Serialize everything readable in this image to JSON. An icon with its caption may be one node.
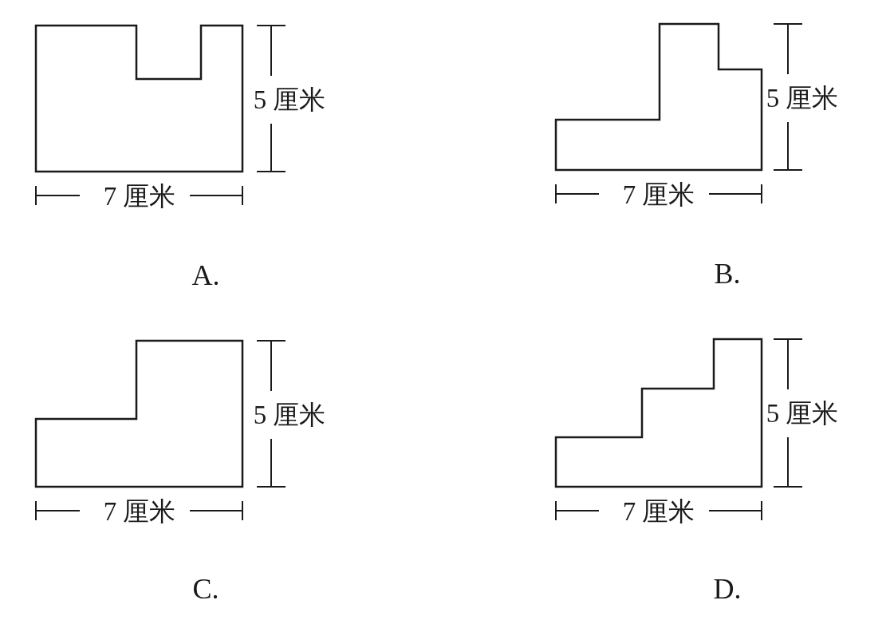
{
  "diagram": {
    "nodes": [
      {
        "text": [],
        "shape": "polygon"
      },
      {
        "text": [],
        "shape": "polygon"
      },
      {
        "text": [],
        "shape": "polygon"
      },
      {
        "text": [],
        "shape": "polygon"
      }
    ],
    "labels": [
      "5 厘米",
      "5 厘米",
      "7 厘米",
      "7 厘米",
      "A.",
      "B.",
      "5 厘米",
      "5 厘米",
      "7 厘米",
      "7 厘米",
      "C.",
      "D."
    ]
  }
}
